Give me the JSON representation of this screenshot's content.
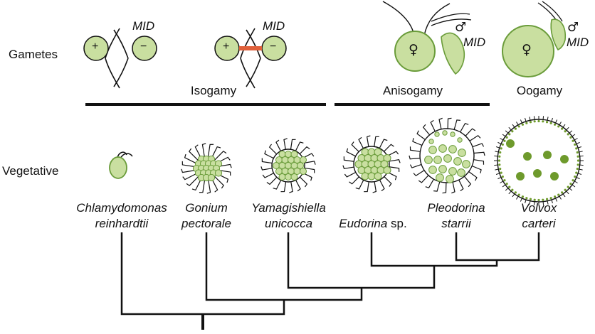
{
  "row_labels": {
    "gametes": "Gametes",
    "vegetative": "Vegetative"
  },
  "modes": {
    "isogamy": "Isogamy",
    "anisogamy": "Anisogamy",
    "oogamy": "Oogamy"
  },
  "gamete_marks": {
    "mid": "MID",
    "plus": "+",
    "minus": "−",
    "female": "♀",
    "male": "♂"
  },
  "species": {
    "chlamydomonas": {
      "line1": "Chlamydomonas",
      "line2": "reinhardtii"
    },
    "gonium": {
      "line1": "Gonium",
      "line2": "pectorale"
    },
    "yamagishiella": {
      "line1": "Yamagishiella",
      "line2": "unicocca"
    },
    "eudorina": {
      "genus": "Eudorina",
      "suffix": " sp."
    },
    "pleodorina": {
      "line1": "Pleodorina",
      "line2": "starrii"
    },
    "volvox": {
      "line1": "Volvox",
      "line2": "carteri"
    }
  },
  "colors": {
    "cell_fill": "#c9dfa0",
    "cell_stroke": "#6a9c3a",
    "germ_fill": "#6e9a2c",
    "junction": "#e0603a"
  }
}
